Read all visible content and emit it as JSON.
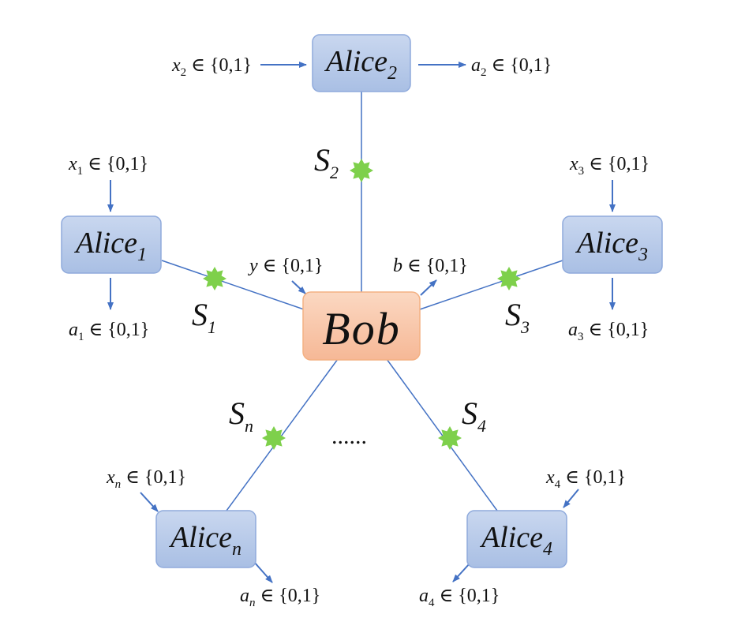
{
  "center": {
    "name": "Bob"
  },
  "center_io": {
    "y": {
      "var": "y",
      "sym": "∈",
      "set": "{0,1}"
    },
    "b": {
      "var": "b",
      "sym": "∈",
      "set": "{0,1}"
    }
  },
  "alices": [
    {
      "base": "Alice",
      "sub": "1",
      "source": "S",
      "source_sub": "1",
      "input_var": "x",
      "input_sub": "1",
      "output_var": "a",
      "output_sub": "1",
      "set": "∈ {0,1}"
    },
    {
      "base": "Alice",
      "sub": "2",
      "source": "S",
      "source_sub": "2",
      "input_var": "x",
      "input_sub": "2",
      "output_var": "a",
      "output_sub": "2",
      "set": "∈ {0,1}"
    },
    {
      "base": "Alice",
      "sub": "3",
      "source": "S",
      "source_sub": "3",
      "input_var": "x",
      "input_sub": "3",
      "output_var": "a",
      "output_sub": "3",
      "set": "∈ {0,1}"
    },
    {
      "base": "Alice",
      "sub": "4",
      "source": "S",
      "source_sub": "4",
      "input_var": "x",
      "input_sub": "4",
      "output_var": "a",
      "output_sub": "4",
      "set": "∈ {0,1}"
    },
    {
      "base": "Alice",
      "sub": "n",
      "source": "S",
      "source_sub": "n",
      "input_var": "x",
      "input_sub": "n",
      "output_var": "a",
      "output_sub": "n",
      "set": "∈ {0,1}"
    }
  ],
  "ellipsis": "......",
  "colors": {
    "alice_fill": "#b4c7e7",
    "alice_stroke": "#8faadc",
    "bob_fill": "#f8cbad",
    "bob_stroke": "#f4b183",
    "line": "#4472c4",
    "arrow": "#4472c4",
    "source": "#7ed04b"
  }
}
